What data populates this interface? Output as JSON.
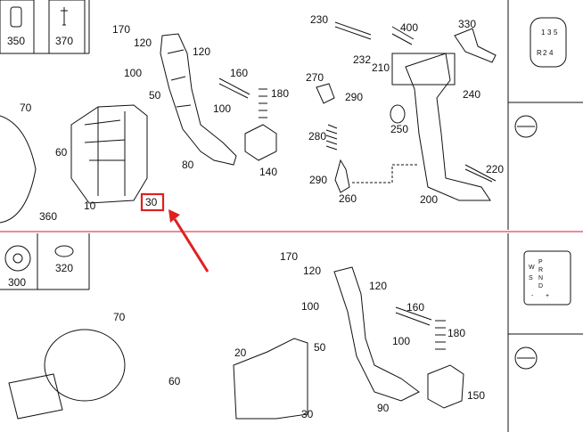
{
  "parts": [
    {
      "id": "p350",
      "label": "350"
    },
    {
      "id": "p370",
      "label": "370"
    },
    {
      "id": "p170a",
      "label": "170"
    },
    {
      "id": "p120a",
      "label": "120"
    },
    {
      "id": "p100a",
      "label": "100"
    },
    {
      "id": "p50a",
      "label": "50"
    },
    {
      "id": "p120b",
      "label": "120"
    },
    {
      "id": "p160a",
      "label": "160"
    },
    {
      "id": "p180a",
      "label": "180"
    },
    {
      "id": "p100b",
      "label": "100"
    },
    {
      "id": "p80",
      "label": "80"
    },
    {
      "id": "p140",
      "label": "140"
    },
    {
      "id": "p70a",
      "label": "70"
    },
    {
      "id": "p60a",
      "label": "60"
    },
    {
      "id": "p360",
      "label": "360"
    },
    {
      "id": "p10",
      "label": "10"
    },
    {
      "id": "p30a",
      "label": "30"
    },
    {
      "id": "p230",
      "label": "230"
    },
    {
      "id": "p400",
      "label": "400"
    },
    {
      "id": "p330",
      "label": "330"
    },
    {
      "id": "p232",
      "label": "232"
    },
    {
      "id": "p210",
      "label": "210"
    },
    {
      "id": "p270",
      "label": "270"
    },
    {
      "id": "p290a",
      "label": "290"
    },
    {
      "id": "p240",
      "label": "240"
    },
    {
      "id": "p280",
      "label": "280"
    },
    {
      "id": "p250",
      "label": "250"
    },
    {
      "id": "p290b",
      "label": "290"
    },
    {
      "id": "p220",
      "label": "220"
    },
    {
      "id": "p260",
      "label": "260"
    },
    {
      "id": "p200",
      "label": "200"
    },
    {
      "id": "p300",
      "label": "300"
    },
    {
      "id": "p320",
      "label": "320"
    },
    {
      "id": "p170b",
      "label": "170"
    },
    {
      "id": "p120c",
      "label": "120"
    },
    {
      "id": "p120d",
      "label": "120"
    },
    {
      "id": "p100c",
      "label": "100"
    },
    {
      "id": "p160b",
      "label": "160"
    },
    {
      "id": "p70b",
      "label": "70"
    },
    {
      "id": "p180b",
      "label": "180"
    },
    {
      "id": "p20",
      "label": "20"
    },
    {
      "id": "p50b",
      "label": "50"
    },
    {
      "id": "p100d",
      "label": "100"
    },
    {
      "id": "p60b",
      "label": "60"
    },
    {
      "id": "p150",
      "label": "150"
    },
    {
      "id": "p90",
      "label": "90"
    },
    {
      "id": "p30b",
      "label": "30"
    }
  ],
  "shift_manual": {
    "labels": [
      "1",
      "3",
      "5",
      "R",
      "2",
      "4"
    ]
  },
  "shift_auto": {
    "labels": [
      "P",
      "R",
      "N",
      "D",
      "+",
      "-",
      "W",
      "S"
    ]
  },
  "colors": {
    "separator": "#d9465a",
    "highlight": "#e02020",
    "arrow": "#e02020",
    "line": "#111111"
  }
}
